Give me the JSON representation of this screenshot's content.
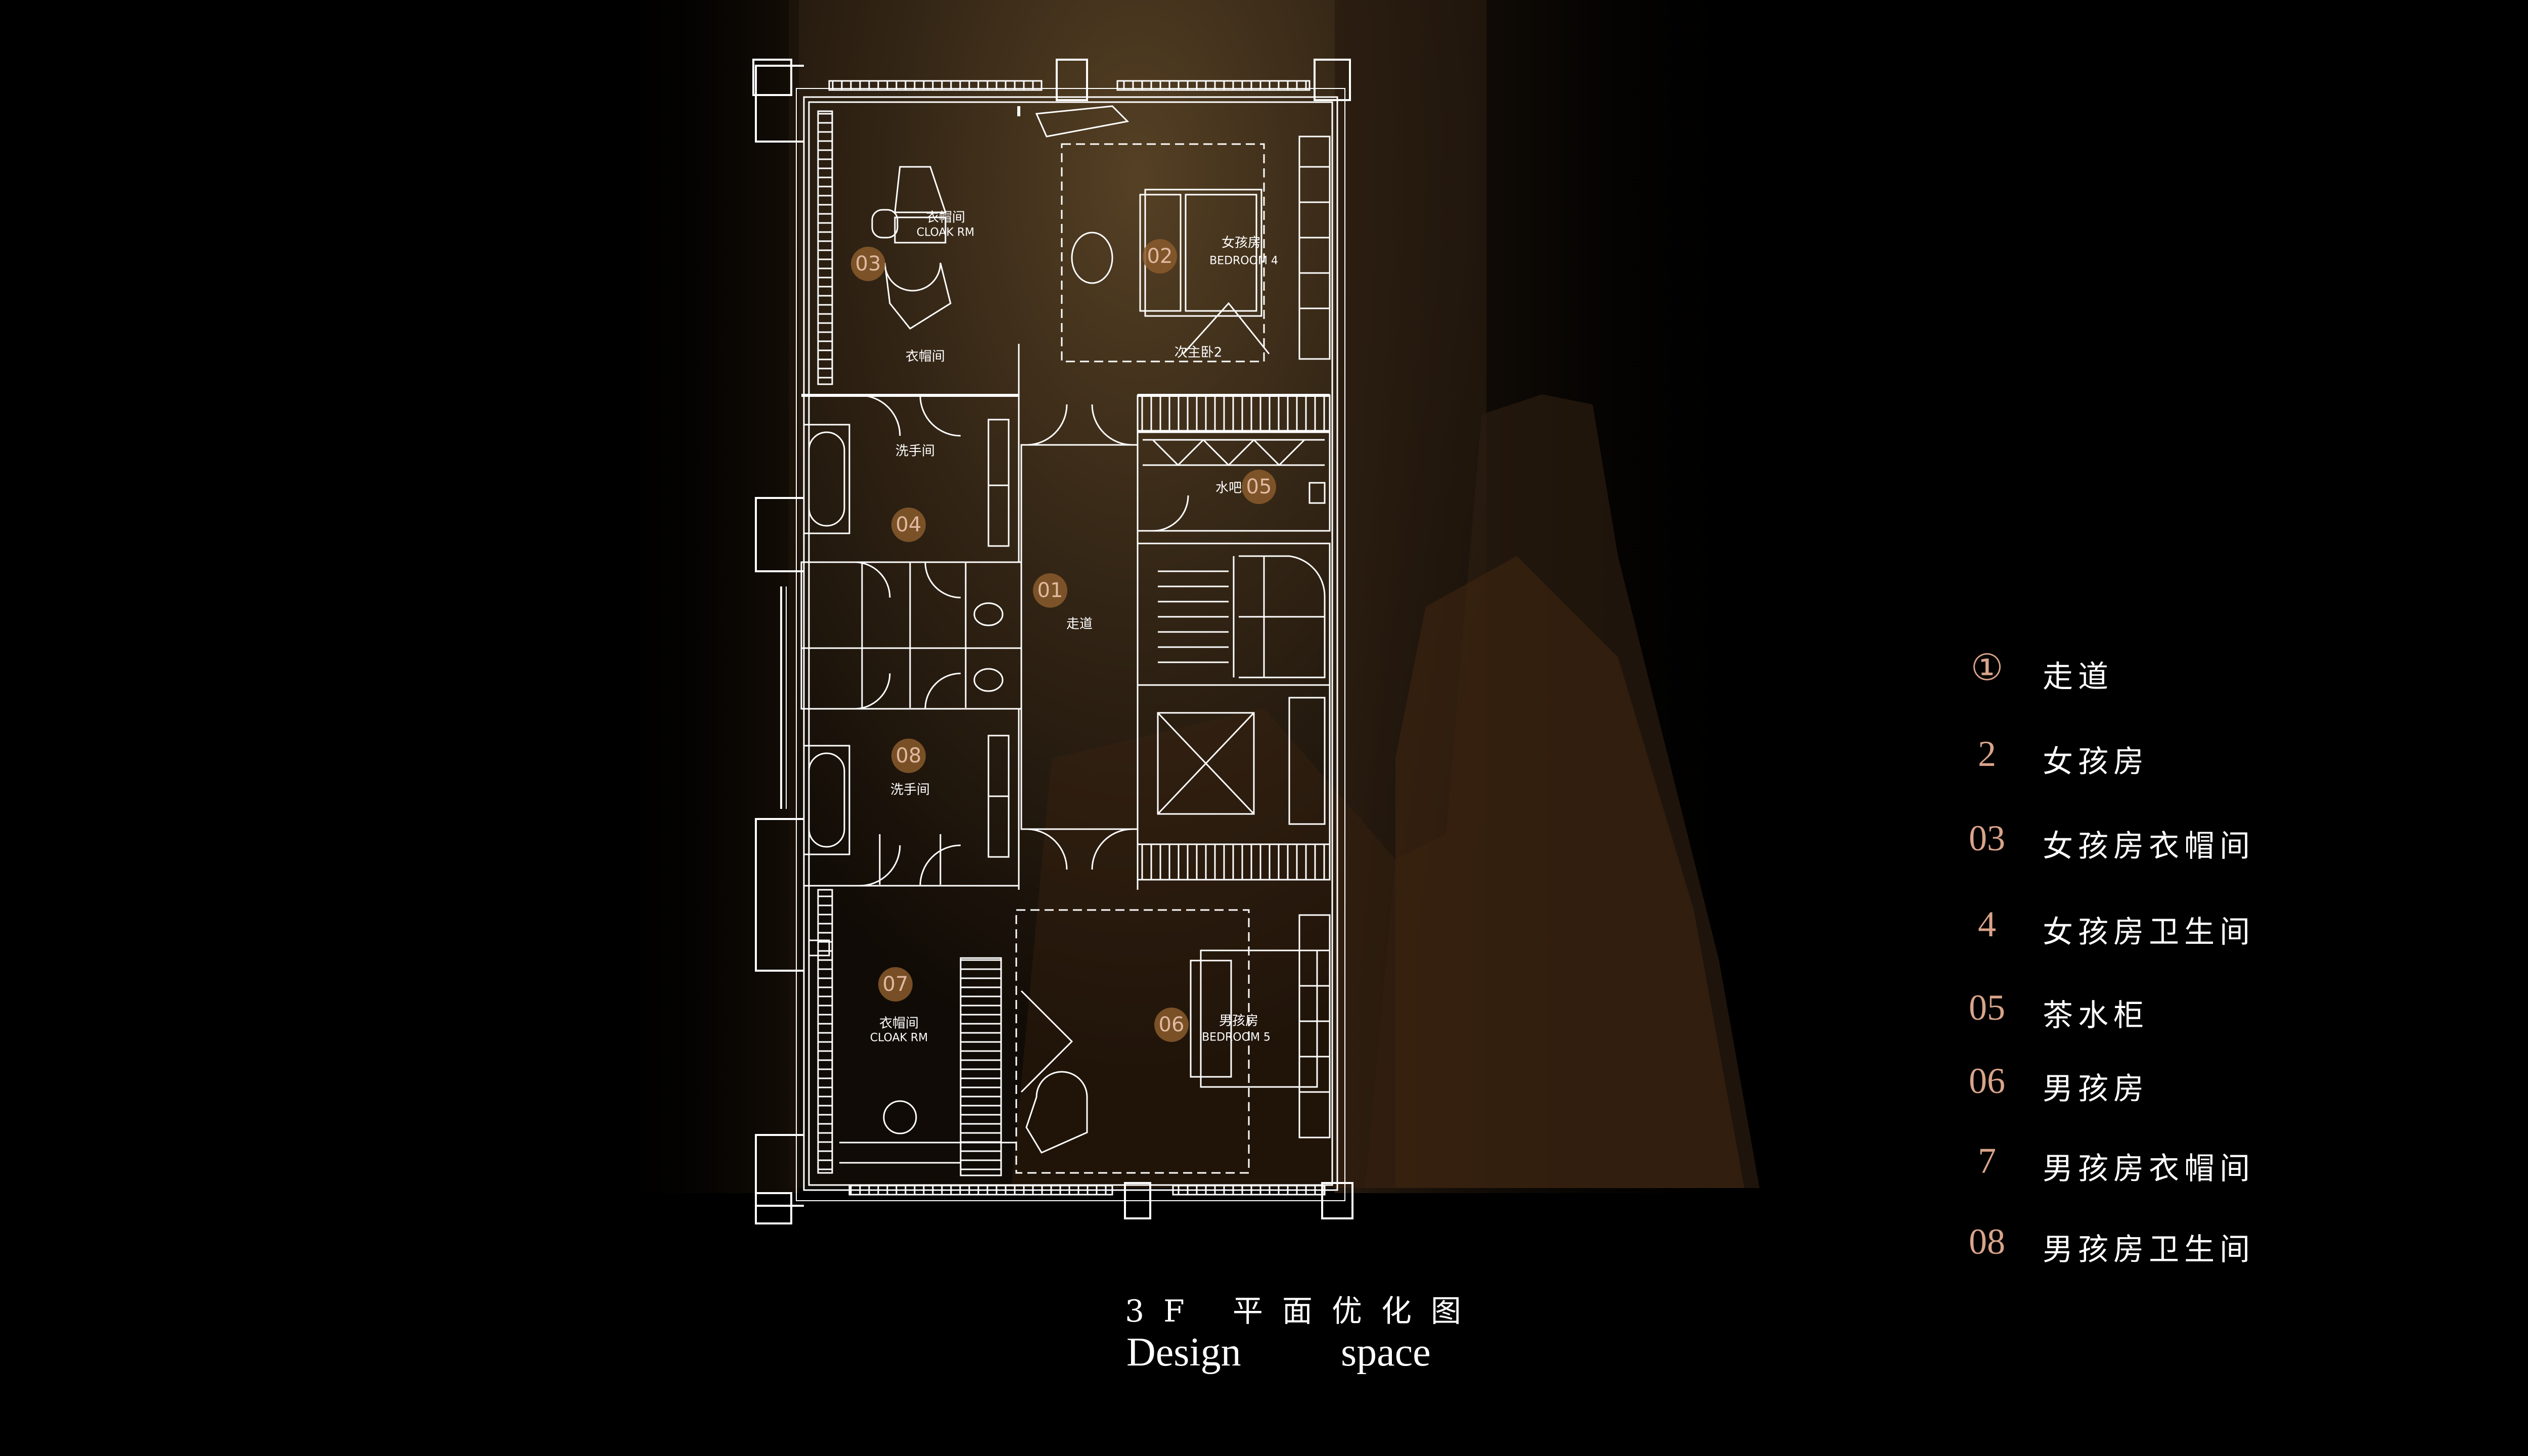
{
  "floor_plan": {
    "rooms": [
      {
        "number": "01",
        "name": "走道"
      },
      {
        "number": "02",
        "name": "女孩房",
        "name_en": "BEDROOM 4",
        "area_note": "次主卧2"
      },
      {
        "number": "03",
        "name": "衣帽间",
        "name_en": "CLOAK RM"
      },
      {
        "number": "04",
        "name": "洗手间"
      },
      {
        "number": "05",
        "name": "水吧"
      },
      {
        "number": "06",
        "name": "男孩房",
        "name_en": "BEDROOM 5"
      },
      {
        "number": "07",
        "name": "衣帽间",
        "name_en": "CLOAK RM"
      },
      {
        "number": "08",
        "name": "洗手间"
      }
    ],
    "line_color": "#ffffff",
    "badge_color": "#8a5a2b"
  },
  "legend": [
    {
      "num": "①",
      "label": "走道"
    },
    {
      "num": "2",
      "label": "女孩房"
    },
    {
      "num": "03",
      "label": "女孩房衣帽间"
    },
    {
      "num": "4",
      "label": "女孩房卫生间"
    },
    {
      "num": "05",
      "label": "茶水柜"
    },
    {
      "num": "06",
      "label": "男孩房"
    },
    {
      "num": "7",
      "label": "男孩房衣帽间"
    },
    {
      "num": "08",
      "label": "男孩房卫生间"
    }
  ],
  "caption": {
    "cn": "3F 平面优化图",
    "en_left": "Design",
    "en_right": "space"
  },
  "colors": {
    "background": "#000000",
    "legend_number": "#d9a48a",
    "text": "#ffffff"
  }
}
